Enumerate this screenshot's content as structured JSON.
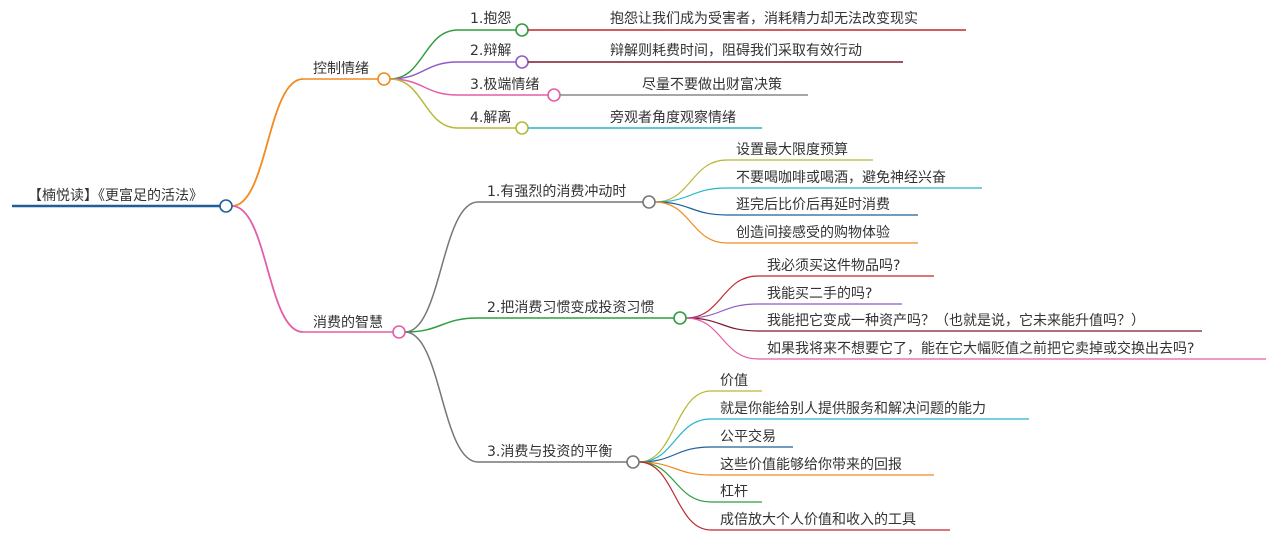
{
  "root": {
    "label": "【楠悦读】《更富足的活法》",
    "color": "#1f5f99"
  },
  "branches": [
    {
      "label": "控制情绪",
      "color": "#f28a1e",
      "children": [
        {
          "label": "1.抱怨",
          "color": "#2e9e3f",
          "note": "抱怨让我们成为受害者，消耗精力却无法改变现实",
          "note_color": "#c0282d"
        },
        {
          "label": "2.辩解",
          "color": "#8e5cc4",
          "note": "辩解则耗费时间，阻碍我们采取有效行动",
          "note_color": "#7a1c2c"
        },
        {
          "label": "3.极端情绪",
          "color": "#e35ea7",
          "note": "尽量不要做出财富决策",
          "note_color": "#888888"
        },
        {
          "label": "4.解离",
          "color": "#b8b836",
          "note": "旁观者角度观察情绪",
          "note_color": "#26b5c9"
        }
      ]
    },
    {
      "label": "消费的智慧",
      "color": "#e35ea7",
      "children": [
        {
          "label": "1.有强烈的消费冲动时",
          "color": "#777777",
          "leaves": [
            {
              "label": "设置最大限度预算",
              "color": "#b8b836"
            },
            {
              "label": "不要喝咖啡或喝酒，避免神经兴奋",
              "color": "#26b5c9"
            },
            {
              "label": "逛完后比价后再延时消费",
              "color": "#1f5f99"
            },
            {
              "label": "创造间接感受的购物体验",
              "color": "#f28a1e"
            }
          ]
        },
        {
          "label": "2.把消费习惯变成投资习惯",
          "color": "#2e9e3f",
          "leaves": [
            {
              "label": "我必须买这件物品吗?",
              "color": "#c0282d"
            },
            {
              "label": "我能买二手的吗?",
              "color": "#8e5cc4"
            },
            {
              "label": "我能把它变成一种资产吗？（也就是说，它未来能升值吗？）",
              "color": "#7a1c2c"
            },
            {
              "label": "如果我将来不想要它了，能在它大幅贬值之前把它卖掉或交换出去吗?",
              "color": "#e35ea7"
            }
          ]
        },
        {
          "label": "3.消费与投资的平衡",
          "color": "#777777",
          "leaves": [
            {
              "label": "价值",
              "color": "#b8b836"
            },
            {
              "label": "就是你能给别人提供服务和解决问题的能力",
              "color": "#26b5c9"
            },
            {
              "label": "公平交易",
              "color": "#1f5f99"
            },
            {
              "label": "这些价值能够给你带来的回报",
              "color": "#f28a1e"
            },
            {
              "label": "杠杆",
              "color": "#2e9e3f"
            },
            {
              "label": "成倍放大个人价值和收入的工具",
              "color": "#c0282d"
            }
          ]
        }
      ]
    }
  ]
}
